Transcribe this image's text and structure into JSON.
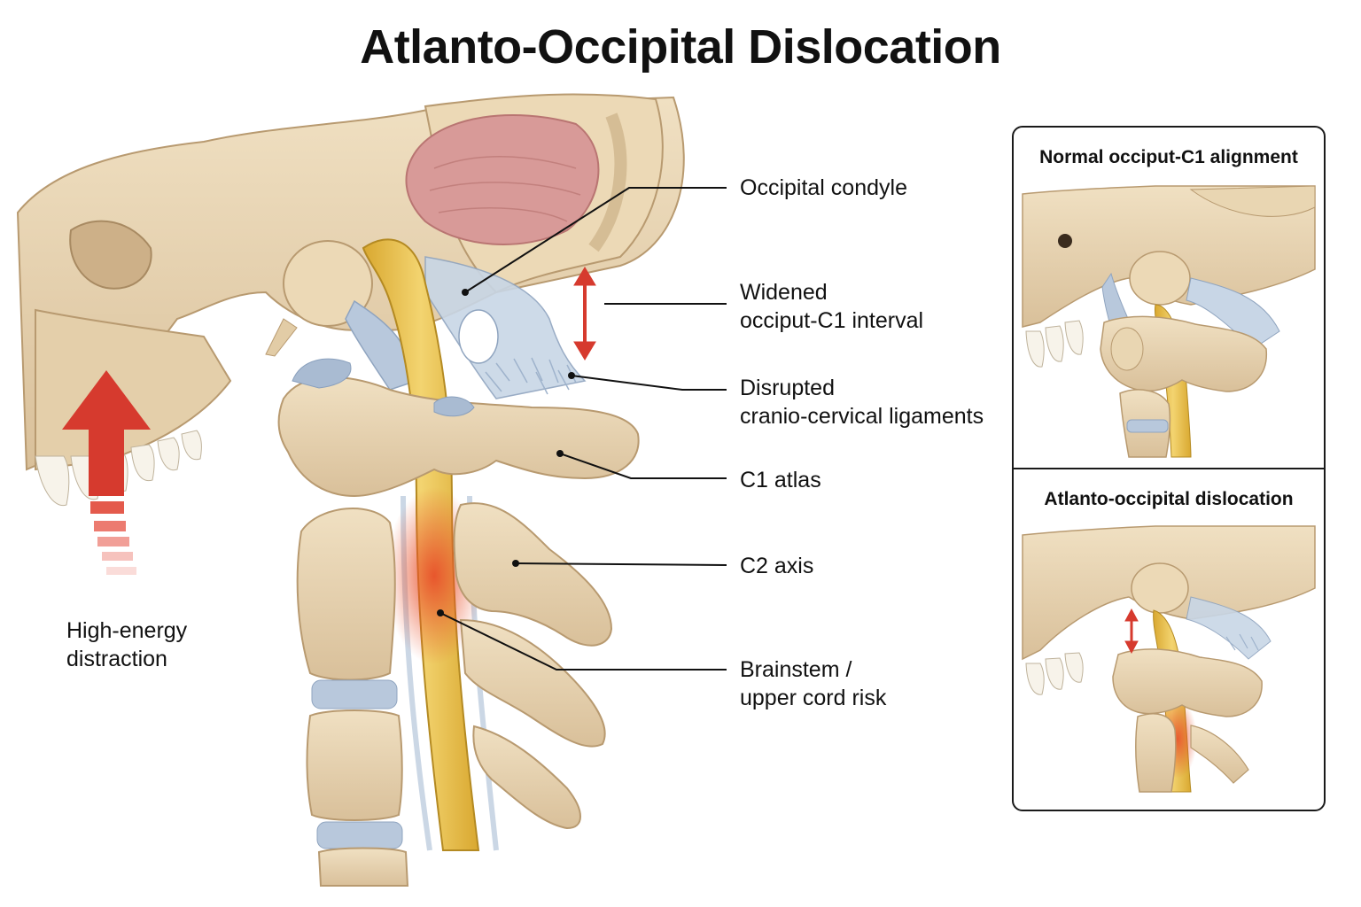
{
  "title": "Atlanto-Occipital Dislocation",
  "labels": {
    "occipital_condyle": "Occipital condyle",
    "widened_line1": "Widened",
    "widened_line2": "occiput-C1 interval",
    "ligaments_line1": "Disrupted",
    "ligaments_line2": "cranio-cervical ligaments",
    "c1": "C1 atlas",
    "c2": "C2 axis",
    "brainstem_line1": "Brainstem /",
    "brainstem_line2": "upper cord risk",
    "force_line1": "High-energy",
    "force_line2": "distraction"
  },
  "insets": {
    "normal_title": "Normal occiput-C1 alignment",
    "dislocation_title": "Atlanto-occipital dislocation"
  },
  "colors": {
    "bone": "#e8d4b0",
    "bone_shadow": "#c9ad82",
    "cord": "#e8c048",
    "ligament": "#b8c8dc",
    "brain": "#d89a98",
    "injury": "#e8502a",
    "arrow": "#d63a2e"
  }
}
